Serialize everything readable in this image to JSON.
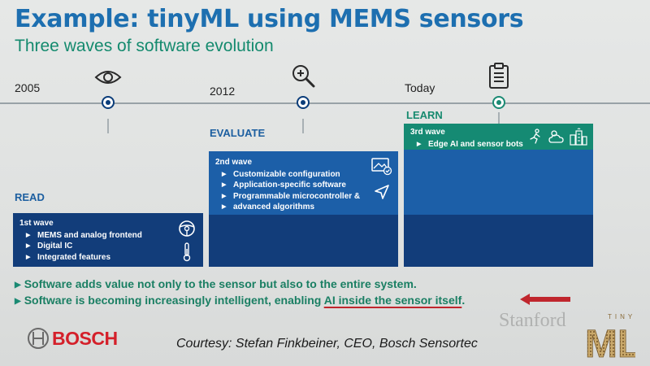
{
  "title": "Example: tinyML using MEMS sensors",
  "subtitle": "Three waves of software evolution",
  "timeline": {
    "milestones": [
      {
        "year": "2005",
        "icon": "eye-icon"
      },
      {
        "year": "2012",
        "icon": "magnifier-plus-icon"
      },
      {
        "year": "Today",
        "icon": "clipboard-icon"
      }
    ]
  },
  "phases": [
    {
      "label": "READ",
      "color": "#1d5fa0"
    },
    {
      "label": "EVALUATE",
      "color": "#1d5fa0"
    },
    {
      "label": "LEARN",
      "color": "#178a6f"
    }
  ],
  "waves": [
    {
      "title": "1st wave",
      "items": [
        "MEMS and analog frontend",
        "Digital IC",
        "Integrated features"
      ],
      "icons": [
        "steering-wheel-icon",
        "thermometer-icon"
      ],
      "color": "#123d7a"
    },
    {
      "title": "2nd wave",
      "items": [
        "Customizable configuration",
        "Application-specific software",
        "Programmable microcontroller &",
        "advanced algorithms"
      ],
      "icons": [
        "image-check-icon",
        "navigation-arrow-icon"
      ],
      "color": "#1c5fa8"
    },
    {
      "title": "3rd wave",
      "items": [
        "Edge AI and sensor bots"
      ],
      "icons": [
        "running-person-icon",
        "weather-icon",
        "city-icon"
      ],
      "color": "#158a73"
    }
  ],
  "statements": {
    "line1": "Software adds value not only to the sensor but also to the entire system.",
    "line2_prefix": "Software is becoming increasingly intelligent, enabling ",
    "line2_highlight": "AI inside the sensor itself",
    "line2_suffix": "."
  },
  "footer": {
    "brand": "BOSCH",
    "courtesy": "Courtesy: Stefan Finkbeiner, CEO, Bosch Sensortec",
    "watermark": "Stanford",
    "logo_top": "TINY",
    "logo_main": "ML"
  },
  "colors": {
    "title": "#1d6fb0",
    "subtitle": "#148a6e",
    "dark_blue": "#123d7a",
    "mid_blue": "#1c5fa8",
    "green": "#158a73",
    "red_accent": "#c0262d",
    "bosch_red": "#d4202a"
  }
}
